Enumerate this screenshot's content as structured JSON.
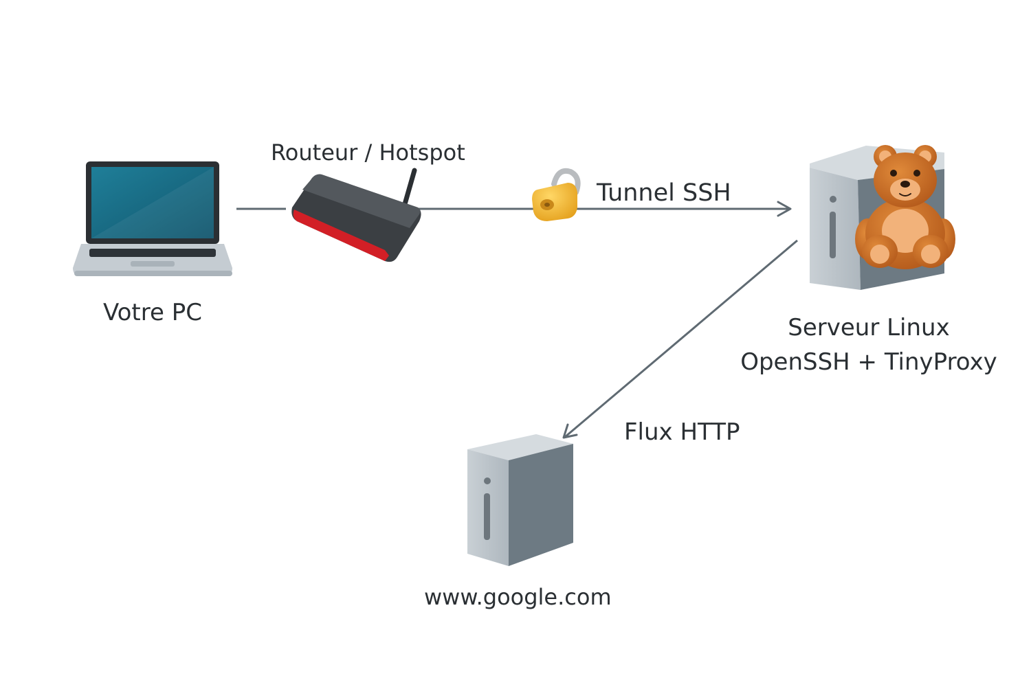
{
  "nodes": {
    "pc": {
      "label": "Votre PC",
      "icon": "laptop-icon"
    },
    "router": {
      "label": "Routeur / Hotspot",
      "icon": "router-icon"
    },
    "server": {
      "label_line1": "Serveur Linux",
      "label_line2": "OpenSSH + TinyProxy",
      "icon": "server-tower-icon",
      "mascot": "teddy-bear-icon"
    },
    "google": {
      "label": "www.google.com",
      "icon": "server-tower-icon"
    }
  },
  "edges": {
    "tunnel": {
      "label": "Tunnel SSH",
      "icon": "padlock-icon"
    },
    "flux": {
      "label": "Flux HTTP"
    }
  },
  "colors": {
    "line": "#5f6a72",
    "text": "#2a2f33",
    "screen": "#1a6f8a",
    "router_accent": "#d21f26",
    "lock": "#f2b531",
    "bear": "#c96a22"
  }
}
